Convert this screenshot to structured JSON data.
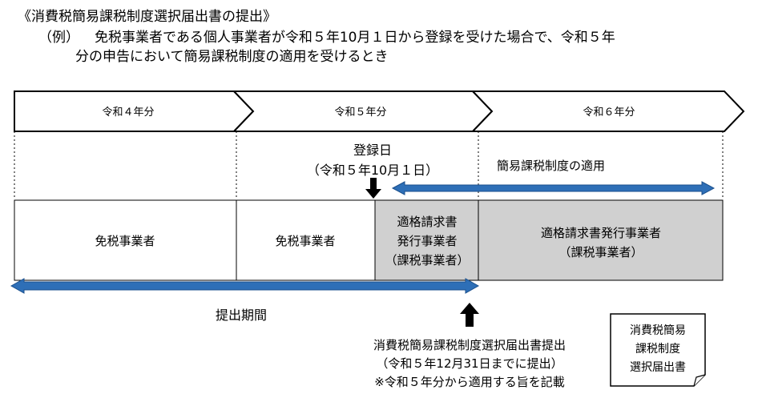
{
  "heading": {
    "title": "《消費税簡易課税制度選択届出書の提出》",
    "example_label": "（例）",
    "example_line1": "免税事業者である個人事業者が令和５年10月１日から登録を受けた場合で、令和５年",
    "example_line2": "分の申告において簡易課税制度の適用を受けるとき"
  },
  "timeline": {
    "years": [
      "令和４年分",
      "令和５年分",
      "令和６年分"
    ]
  },
  "registration": {
    "label": "登録日",
    "date": "（令和５年10月１日）"
  },
  "simplified_applies": "簡易課税制度の適用",
  "status_boxes": {
    "exempt1": "免税事業者",
    "exempt2": "免税事業者",
    "issuer_line1": "適格請求書",
    "issuer_line2": "発行事業者",
    "issuer_line3": "（課税事業者）",
    "issuer2_line1": "適格請求書発行事業者",
    "issuer2_line2": "（課税事業者）"
  },
  "filing_period": "提出期間",
  "submission_note": {
    "line1": "消費税簡易課税制度選択届出書提出",
    "line2": "（令和５年12月31日までに提出）",
    "line3": "※令和５年分から適用する旨を記載"
  },
  "document": {
    "line1": "消費税簡易",
    "line2": "課税制度",
    "line3": "選択届出書"
  },
  "colors": {
    "arrow_blue": "#2e6fb7",
    "shaded_box": "#d0d0d0",
    "line": "#000000"
  }
}
